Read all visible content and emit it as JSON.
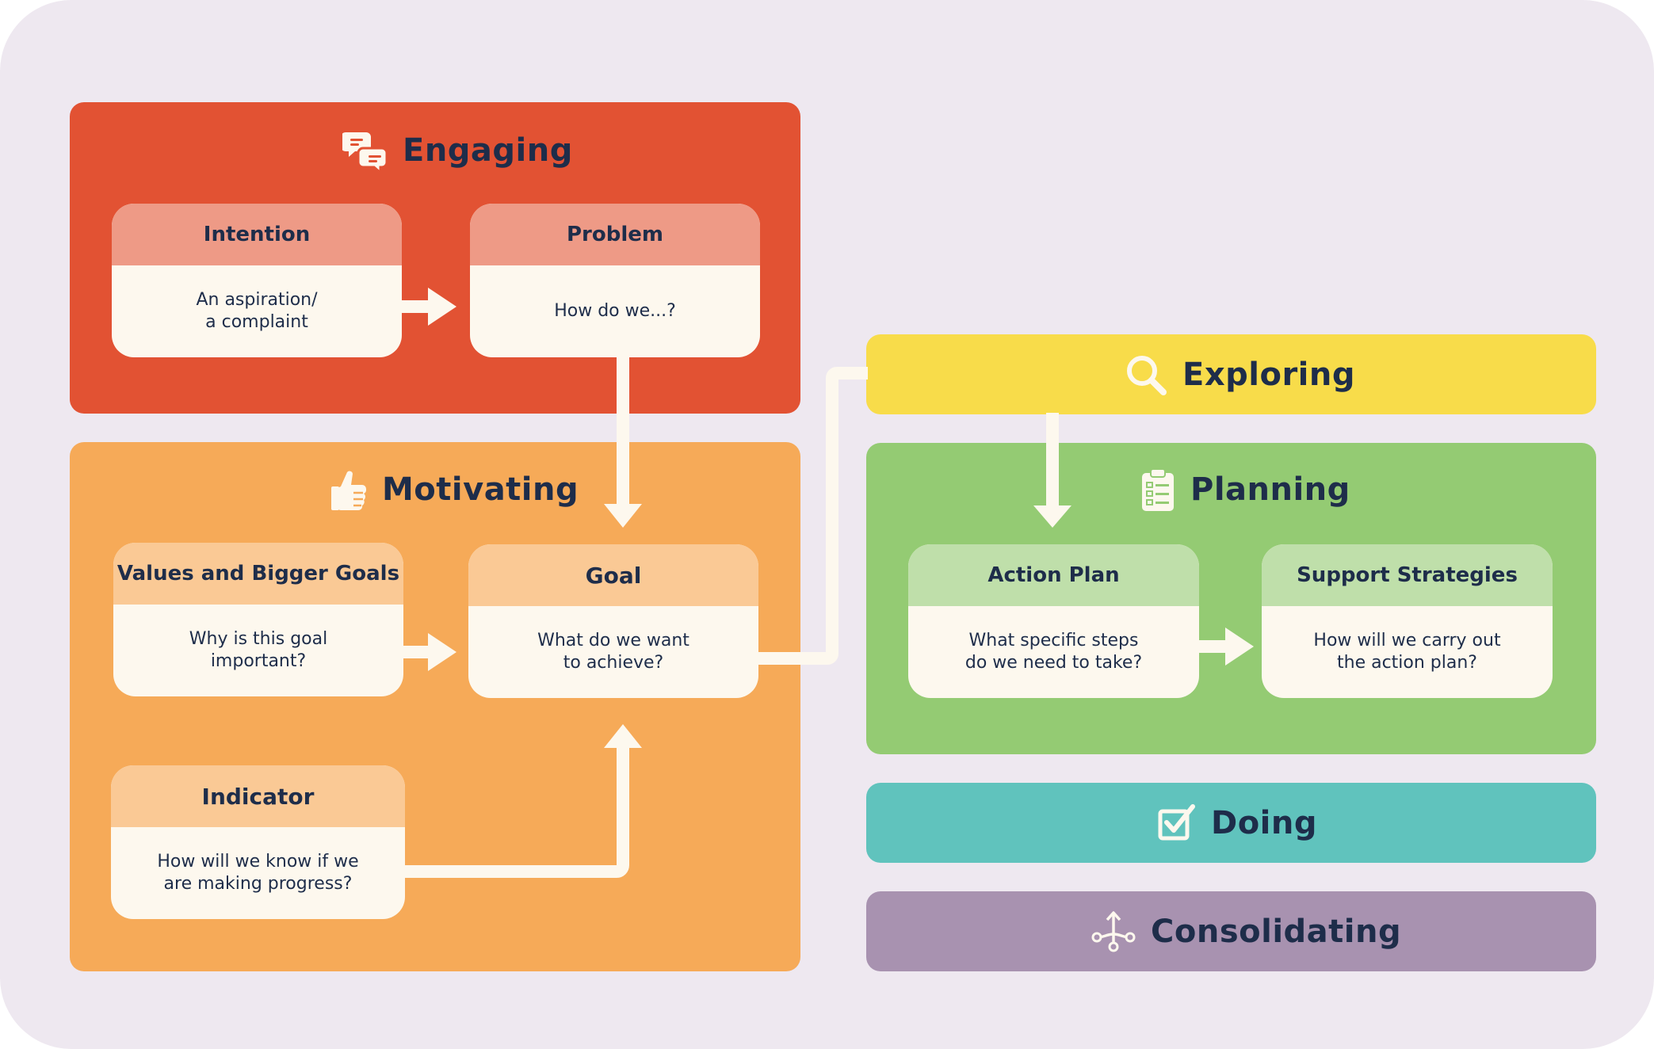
{
  "colors": {
    "background": "#eee8f0",
    "engaging": "#e25233",
    "motivating": "#f6aa58",
    "exploring": "#f8dc4a",
    "planning": "#94cb73",
    "doing": "#60c3bd",
    "consolidating": "#a892b0",
    "card_body": "#fdf8ee",
    "text": "#1e2d4a"
  },
  "engaging": {
    "title": "Engaging",
    "icon": "speech-bubbles-icon",
    "intention": {
      "title": "Intention",
      "text": "An aspiration/\na complaint"
    },
    "problem": {
      "title": "Problem",
      "text": "How do we...?"
    }
  },
  "motivating": {
    "title": "Motivating",
    "icon": "thumbs-up-icon",
    "values": {
      "title": "Values and Bigger Goals",
      "text": "Why is this goal\nimportant?"
    },
    "goal": {
      "title": "Goal",
      "text": "What do we want\nto achieve?"
    },
    "indicator": {
      "title": "Indicator",
      "text": "How will we know if we\nare making progress?"
    }
  },
  "exploring": {
    "title": "Exploring",
    "icon": "magnifier-icon"
  },
  "planning": {
    "title": "Planning",
    "icon": "clipboard-icon",
    "action_plan": {
      "title": "Action Plan",
      "text": "What specific steps\ndo we need to take?"
    },
    "support": {
      "title": "Support Strategies",
      "text": "How will we carry out\nthe action plan?"
    }
  },
  "doing": {
    "title": "Doing",
    "icon": "checkbox-icon"
  },
  "consolidating": {
    "title": "Consolidating",
    "icon": "branching-arrows-icon"
  }
}
